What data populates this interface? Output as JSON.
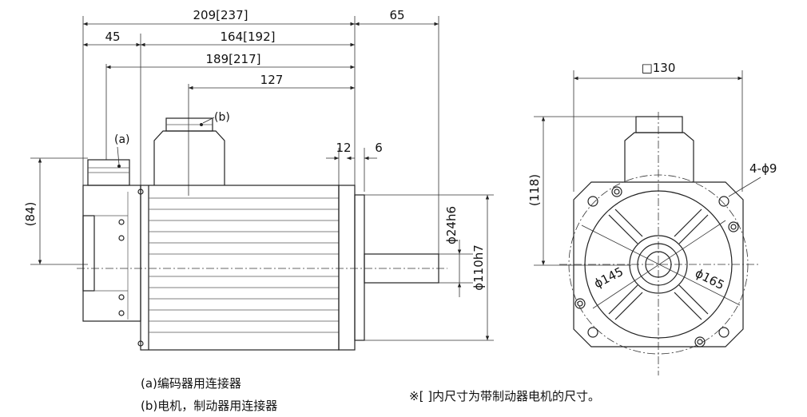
{
  "side_view": {
    "dims": {
      "overall_length": "209[237]",
      "body_length": "164[192]",
      "length_to_encoder_connector": "189[217]",
      "length_to_power_connector": "127",
      "rear_offset": "45",
      "shaft_length": "65",
      "flange_to_shaft_step": "12",
      "step_thickness": "6",
      "connector_height": "(84)",
      "shaft_diameter": "ϕ24h6",
      "spigot_diameter": "ϕ110h7"
    },
    "labels": {
      "encoder_connector": "(a)",
      "power_connector": "(b)"
    }
  },
  "front_view": {
    "dims": {
      "flange_square": "□130",
      "height_to_connector": "(118)",
      "mounting_holes": "4-ϕ9",
      "bolt_circle": "ϕ145",
      "outer_circle": "ϕ165"
    }
  },
  "legend": {
    "a": "(a)编码器用连接器",
    "b": "(b)电机，制动器用连接器"
  },
  "footnote": "※[ ]内尺寸为带制动器电机的尺寸。"
}
